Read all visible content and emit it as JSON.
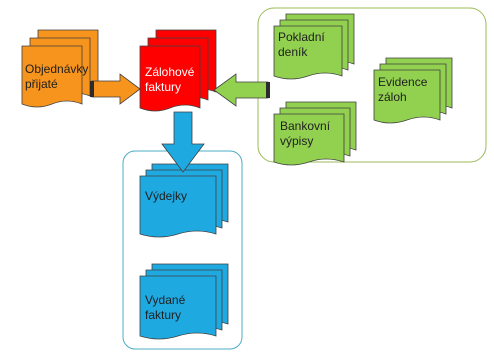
{
  "documents": {
    "objednavky": {
      "lines": [
        "Objednávky",
        "přijaté"
      ]
    },
    "zalohove": {
      "lines": [
        "Zálohové",
        "faktury"
      ]
    },
    "pokladni": {
      "lines": [
        "Pokladní",
        "deník"
      ]
    },
    "bankovni": {
      "lines": [
        "Bankovní",
        "výpisy"
      ]
    },
    "evidence": {
      "lines": [
        "Evidence",
        "záloh"
      ]
    },
    "vydejky": {
      "lines": [
        "Výdejky"
      ]
    },
    "vydane": {
      "lines": [
        "Vydané",
        "faktury"
      ]
    }
  },
  "colors": {
    "orange": "#f7941d",
    "red": "#ff0000",
    "green": "#92d050",
    "blue": "#1fa9e1",
    "green_group_border": "#9bbb59",
    "blue_group_border": "#4bacc6"
  }
}
